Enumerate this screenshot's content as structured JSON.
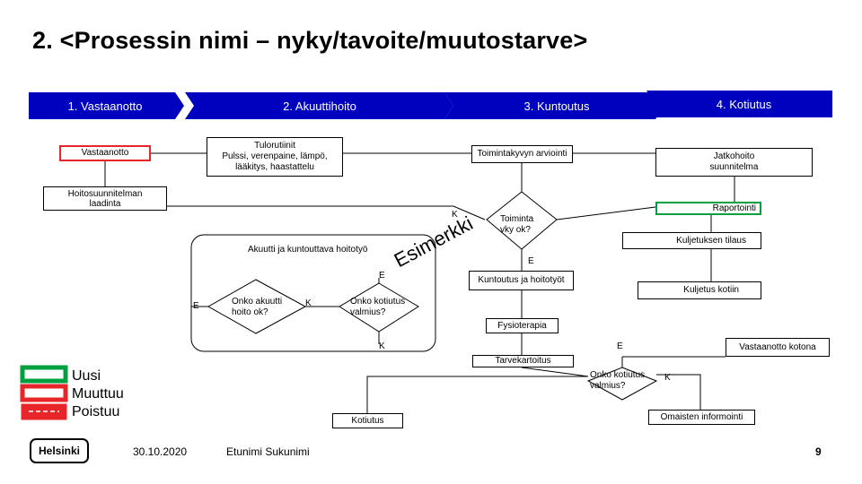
{
  "title": "2. <Prosessin nimi – nyky/tavoite/muutostarve>",
  "phases": [
    "1. Vastaanotto",
    "2. Akuuttihoito",
    "3. Kuntoutus",
    "4. Kotiutus"
  ],
  "nodes": {
    "vastaanotto": "Vastaanotto",
    "tulorutiinit": "Tulorutiinit\nPulssi, verenpaine, lämpö,\nlääkitys, haastattelu",
    "toimintakyky": "Toimintakyvyn arviointi",
    "jatkohoito": "Jatkohoito\nsuunnitelma",
    "hoitosuunnitelma": "Hoitosuunnitelman\nlaadinta",
    "raportointi": "Raportointi",
    "kuljetuksen_tilaus": "Kuljetuksen tilaus",
    "kuntoutus_hoitotyot": "Kuntoutus ja hoitotyöt",
    "kuljetus_kotiin": "Kuljetus kotiin",
    "fysioterapia": "Fysioterapia",
    "vastaanotto_kotona": "Vastaanotto kotona",
    "tarvekartoitus": "Tarvekartoitus",
    "omaisten": "Omaisten informointi",
    "kotiutus": "Kotiutus"
  },
  "group_label": "Akuutti ja kuntouttava hoitotyö",
  "decisions": {
    "toiminta_ok": "Toiminta\nvky ok?",
    "onko_akuutti": "Onko akuutti\nhoito ok?",
    "onko_kotiutus_1": "Onko kotiutus\nvalmius?",
    "onko_kotiutus_2": "Onko kotiutus\nvalmius?"
  },
  "branch_labels": {
    "k1": "K",
    "e1": "E",
    "e2": "E",
    "e3": "E",
    "k2": "K",
    "k3": "K",
    "e4": "E",
    "k4": "K"
  },
  "example_watermark": "Esimerkki",
  "legend": {
    "items": [
      "Uusi",
      "Muuttuu",
      "Poistuu"
    ],
    "colors": {
      "new": "#00a040",
      "changed": "#e8262a",
      "removed": "#e8262a"
    }
  },
  "footer": {
    "logo": "Helsinki",
    "date": "30.10.2020",
    "author": "Etunimi Sukunimi",
    "page": "9"
  },
  "colors": {
    "phase_blue": "#0000bf",
    "new": "#00a040",
    "changed": "#e8262a"
  }
}
